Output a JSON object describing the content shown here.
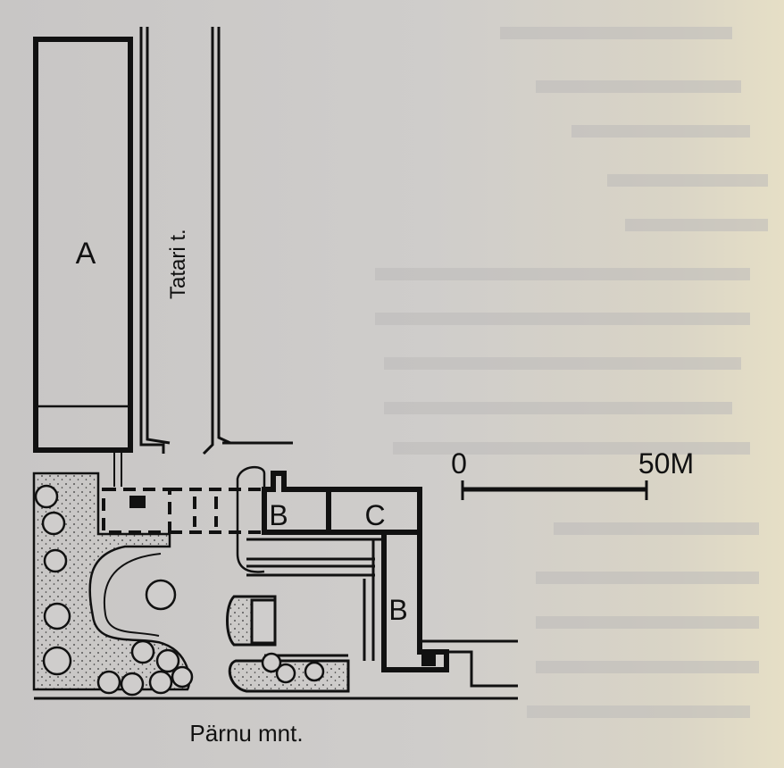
{
  "labels": {
    "building_a": "A",
    "building_b_upper": "B",
    "building_c": "C",
    "building_b_lower": "B",
    "street_tatari": "Tatari t.",
    "street_parnu": "Pärnu mnt."
  },
  "scale_bar": {
    "start_label": "0",
    "end_label": "50M"
  },
  "colors": {
    "ink": "#111111",
    "paper": "#cbc9c8"
  }
}
